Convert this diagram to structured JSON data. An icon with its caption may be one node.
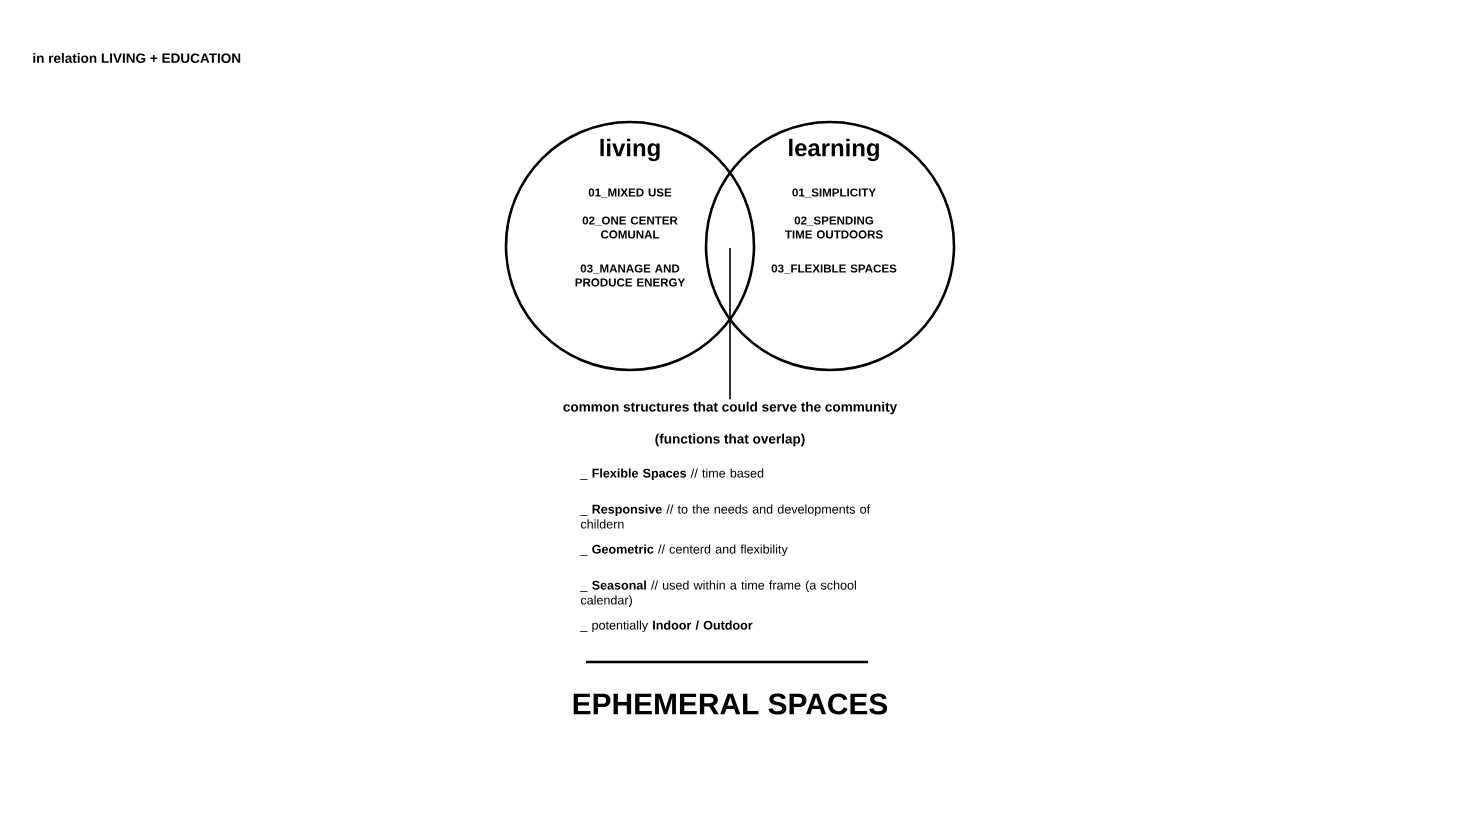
{
  "diagram": {
    "nodes": [
      {
        "text": [
          "living",
          "01_MIXED USE",
          "02_ONE CENTER COMUNAL",
          "03_MANAGE AND PRODUCE ENERGY"
        ]
      },
      {
        "text": [
          "learning",
          "01_SIMPLICITY",
          "02_SPENDING TIME OUTDOORS",
          "03_FLEXIBLE SPACES"
        ]
      },
      {
        "text": [
          "common structures that could serve the community"
        ]
      }
    ],
    "edges": [
      {
        "from": 2,
        "to": 0,
        "arrow": "none"
      }
    ],
    "labels": [
      "in relation LIVING + EDUCATION",
      "(functions that overlap)",
      "_ **Flexible Spaces** // time based",
      "_ **Responsive** // to the needs and developments of childern",
      "_ **Geometric** // centerd and flexibility",
      "_ **Seasonal** // used within a time frame (a school calendar)",
      "_ potentially **Indoor / Outdoor**",
      "EPHEMERAL SPACES"
    ]
  }
}
